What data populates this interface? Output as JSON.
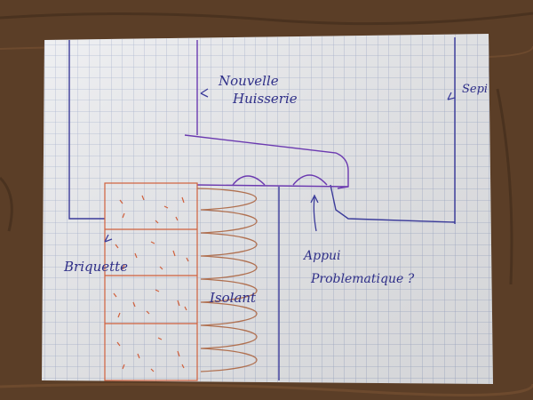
{
  "labels": {
    "nouvelle_line1": "Nouvelle",
    "nouvelle_line2": "Huisserie",
    "sepi": "Sepi",
    "briquette": "Briquette",
    "isolant": "Isolant",
    "appui_line1": "Appui",
    "appui_line2": "Problematique ?"
  },
  "colors": {
    "ink_blue": "#2f2f88",
    "ink_purple": "#6b3ab0",
    "ink_red": "#d0603c",
    "ink_brown": "#b07050",
    "paper": "#ecedf0",
    "grid": "#a6b2cf",
    "wood": "#5a3d26"
  }
}
